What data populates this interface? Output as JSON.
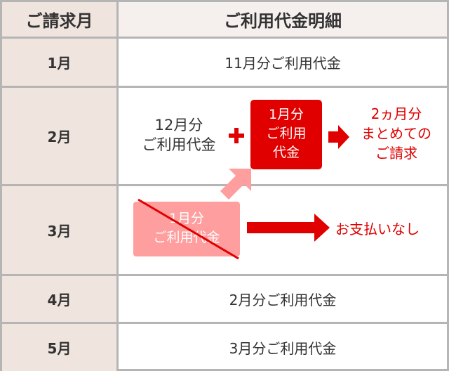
{
  "header": {
    "month_col": "ご請求月",
    "detail_col": "ご利用代金明細"
  },
  "rows": [
    {
      "month": "1月",
      "detail": "11月分ご利用代金"
    },
    {
      "month": "2月",
      "prev_line1": "12月分",
      "prev_line2": "ご利用代金",
      "box_line1": "1月分",
      "box_line2": "ご利用",
      "box_line3": "代金",
      "result_line1": "2ヵ月分",
      "result_line2": "まとめての",
      "result_line3": "ご請求"
    },
    {
      "month": "3月",
      "box_line1": "1月分",
      "box_line2": "ご利用代金",
      "result": "お支払いなし"
    },
    {
      "month": "4月",
      "detail": "2月分ご利用代金"
    },
    {
      "month": "5月",
      "detail": "3月分ご利用代金"
    }
  ],
  "colors": {
    "red": "#e00000",
    "pink": "#ff9e9e",
    "month_bg": "#f0e4df",
    "border": "#b5b5b5"
  }
}
